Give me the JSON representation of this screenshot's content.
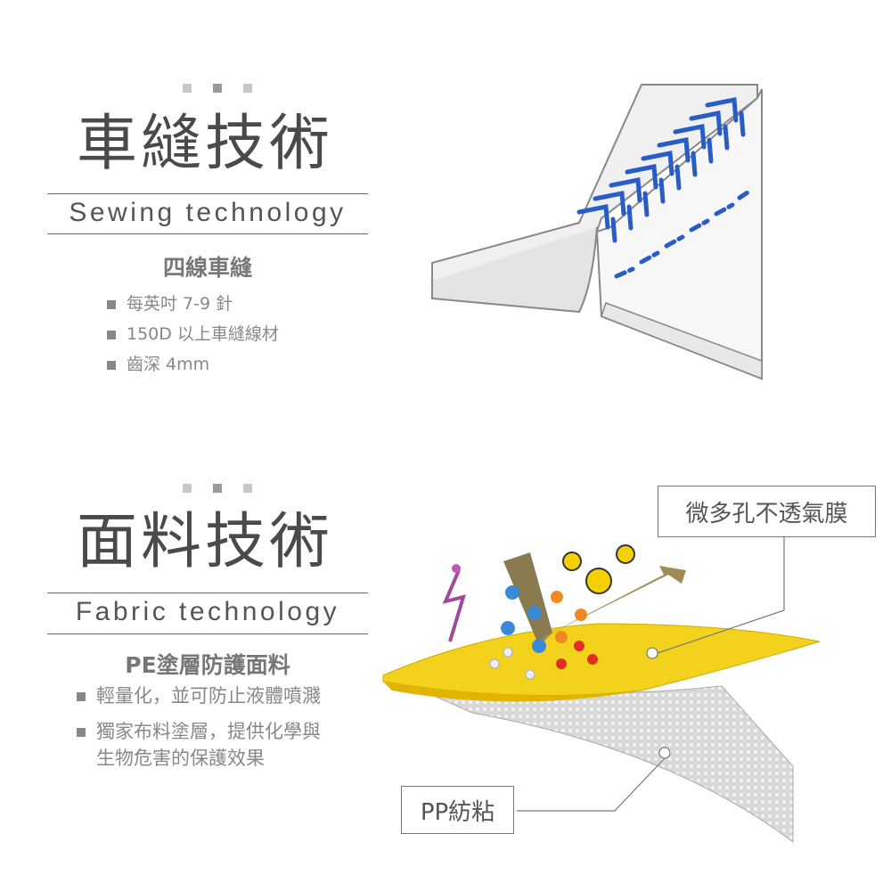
{
  "sewing": {
    "title": "車縫技術",
    "english": "Sewing technology",
    "subtitle": "四線車縫",
    "bullets": [
      "每英吋 7-9 針",
      "150D 以上車縫線材",
      "齒深 4mm"
    ]
  },
  "fabric": {
    "title": "面料技術",
    "english": "Fabric technology",
    "subtitle": "PE塗層防護面料",
    "bullets": [
      "輕量化，並可防止液體噴濺",
      "獨家布料塗層，提供化學與",
      "生物危害的保護效果"
    ],
    "label_membrane": "微多孔不透氣膜",
    "label_pp": "PP紡粘"
  },
  "colors": {
    "stitch": "#2a5cc8",
    "coating": "#f2d21c",
    "text": "#4a4a4a"
  }
}
